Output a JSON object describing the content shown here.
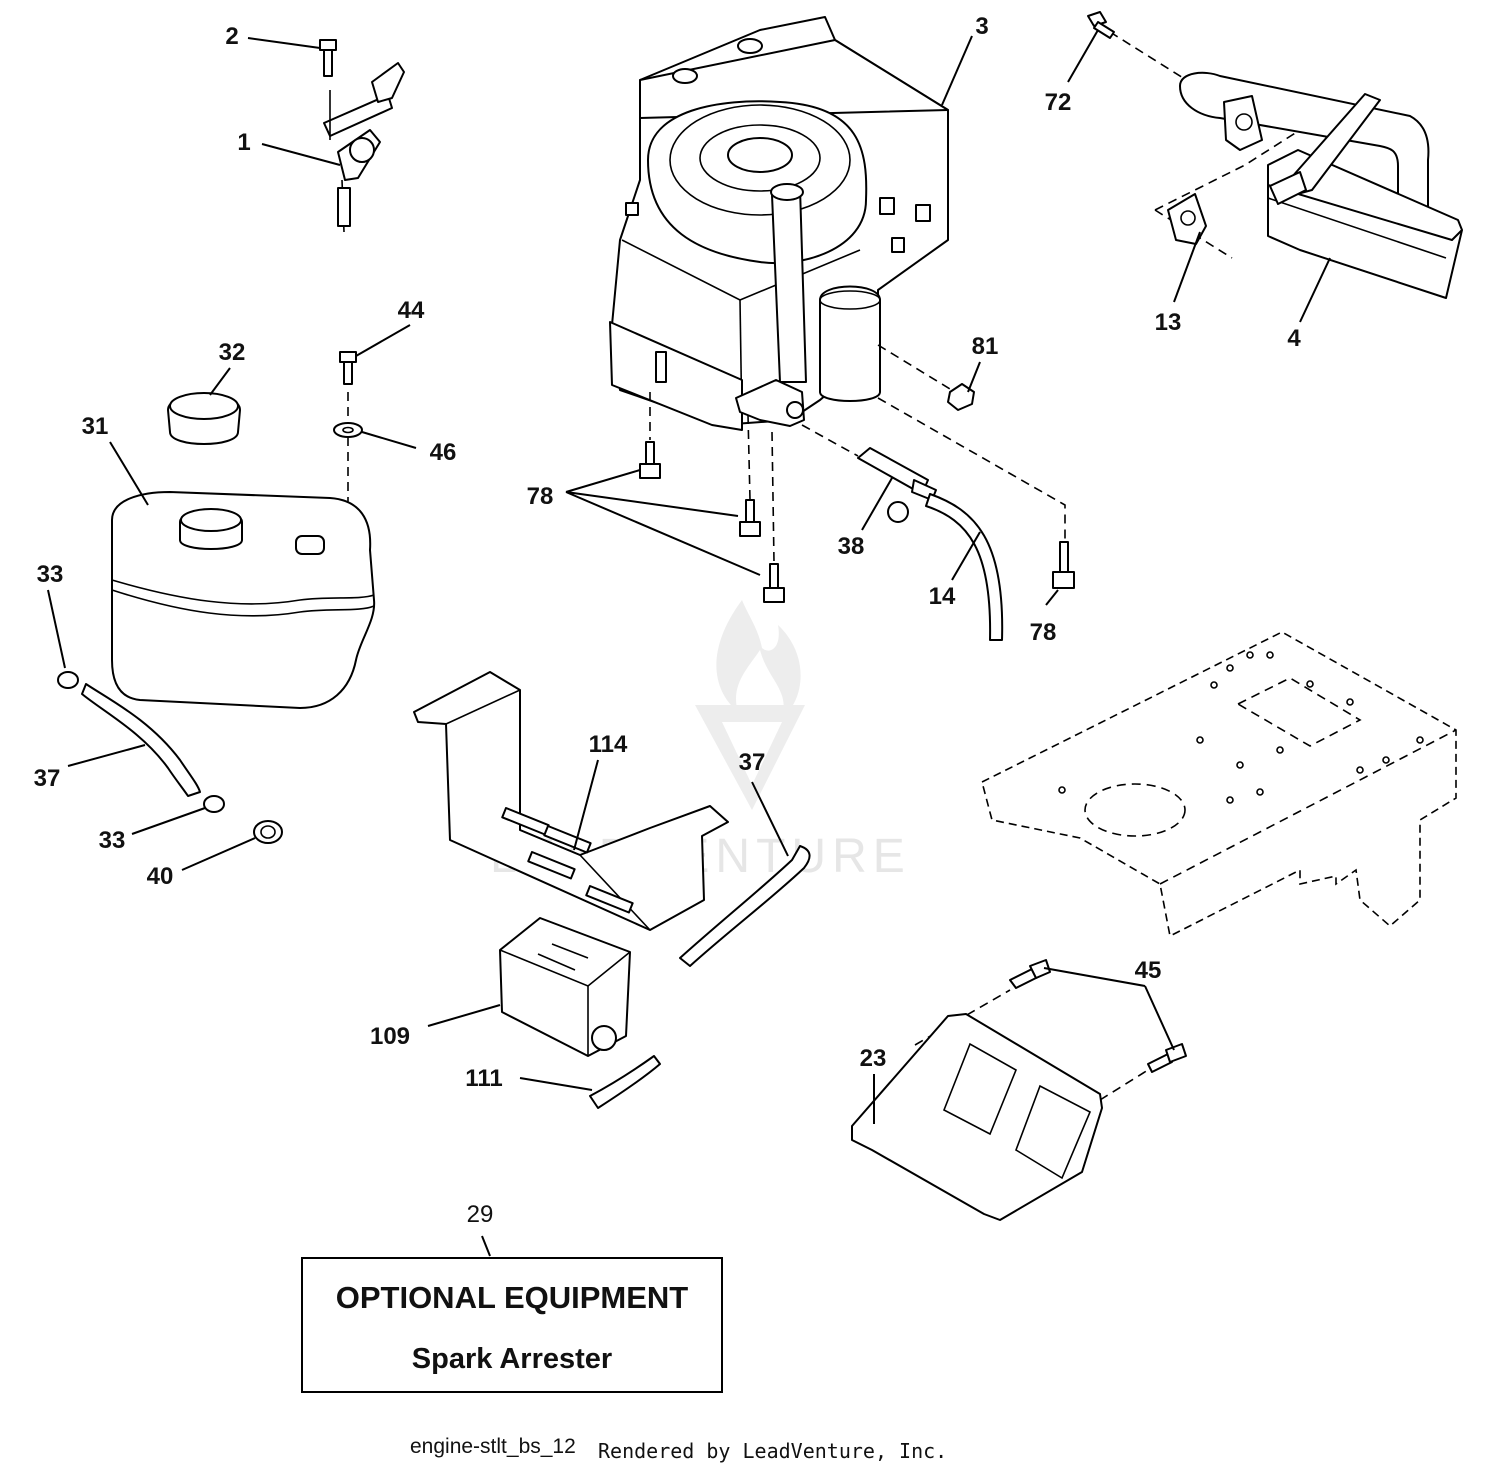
{
  "labels": {
    "c1": "1",
    "c2": "2",
    "c3": "3",
    "c4": "4",
    "c13": "13",
    "c72": "72",
    "c81": "81",
    "c44": "44",
    "c46": "46",
    "c32": "32",
    "c31": "31",
    "c78a": "78",
    "c78b": "78",
    "c38": "38",
    "c14": "14",
    "c33a": "33",
    "c33b": "33",
    "c37a": "37",
    "c37b": "37",
    "c40": "40",
    "c114": "114",
    "c109": "109",
    "c111": "111",
    "c45": "45",
    "c23": "23",
    "c29": "29"
  },
  "optional_box": {
    "title": "OPTIONAL EQUIPMENT",
    "subtitle": "Spark Arrester"
  },
  "watermark": "LEADVENTURE",
  "footer": {
    "filename": "engine-stlt_bs_12",
    "credit": "Rendered by LeadVenture, Inc."
  }
}
